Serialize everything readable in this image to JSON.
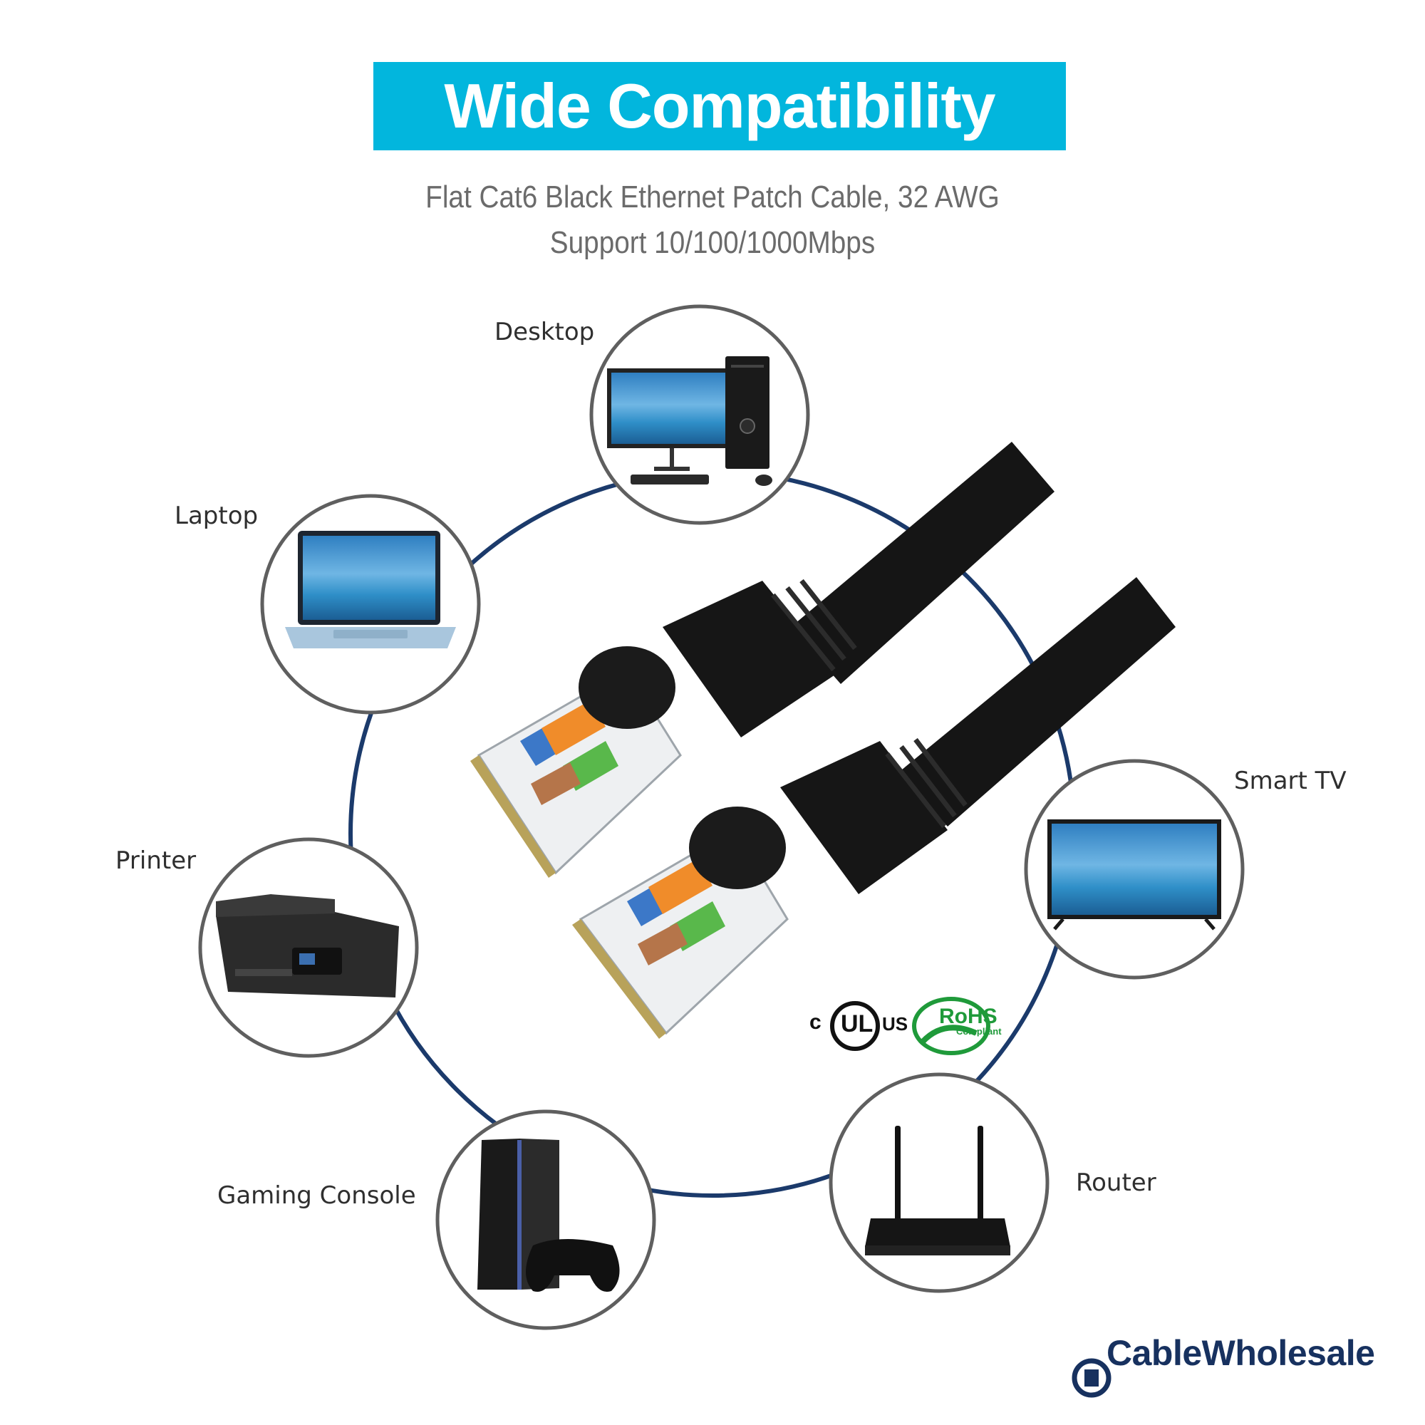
{
  "banner": {
    "title": "Wide Compatibility",
    "color": "#02b6dd"
  },
  "subtitle": {
    "line1": "Flat Cat6 Black Ethernet Patch Cable, 32 AWG",
    "line2": "Support 10/100/1000Mbps"
  },
  "devices": {
    "desktop": "Desktop",
    "laptop": "Laptop",
    "printer": "Printer",
    "gaming_console": "Gaming Console",
    "router": "Router",
    "smart_tv": "Smart TV"
  },
  "certifications": {
    "ul_c": "c",
    "ul": "UL",
    "ul_us": "US",
    "rohs": "RoHS",
    "rohs_sub": "Compliant"
  },
  "brand": {
    "name": "CableWholesale",
    "color": "#17315f"
  },
  "colors": {
    "ring": "#1b3a6b",
    "circle_border": "#5f5f5f",
    "cable": "#151515"
  }
}
